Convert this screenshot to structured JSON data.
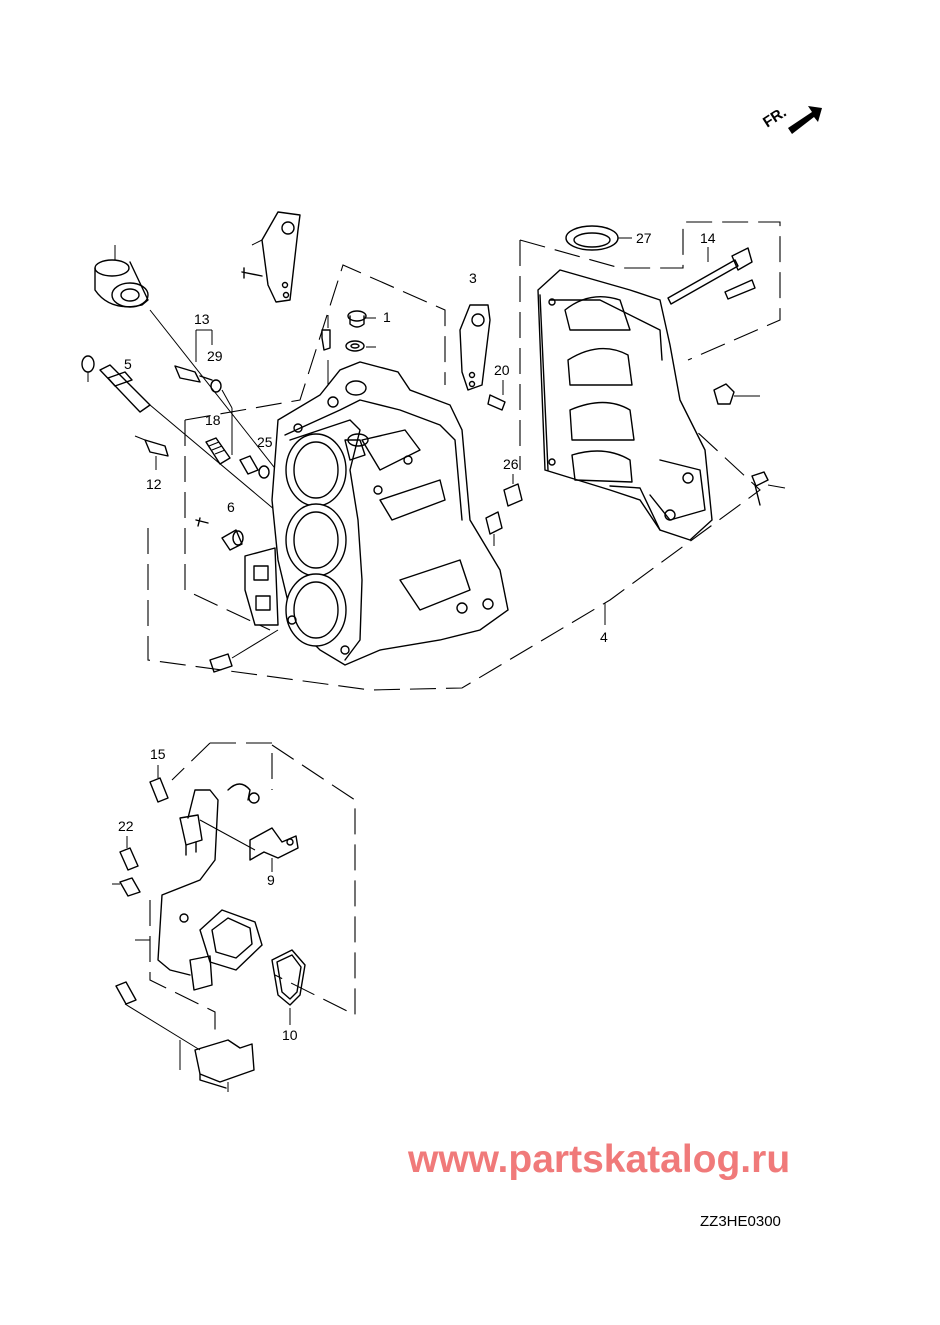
{
  "diagram": {
    "direction_label": "FR.",
    "diagram_code": "ZZ3HE0300",
    "watermark": "www.partskatalog.ru",
    "callouts": [
      "1",
      "3",
      "4",
      "5",
      "6",
      "9",
      "10",
      "12",
      "13",
      "14",
      "15",
      "18",
      "20",
      "22",
      "25",
      "26",
      "27",
      "29"
    ]
  }
}
